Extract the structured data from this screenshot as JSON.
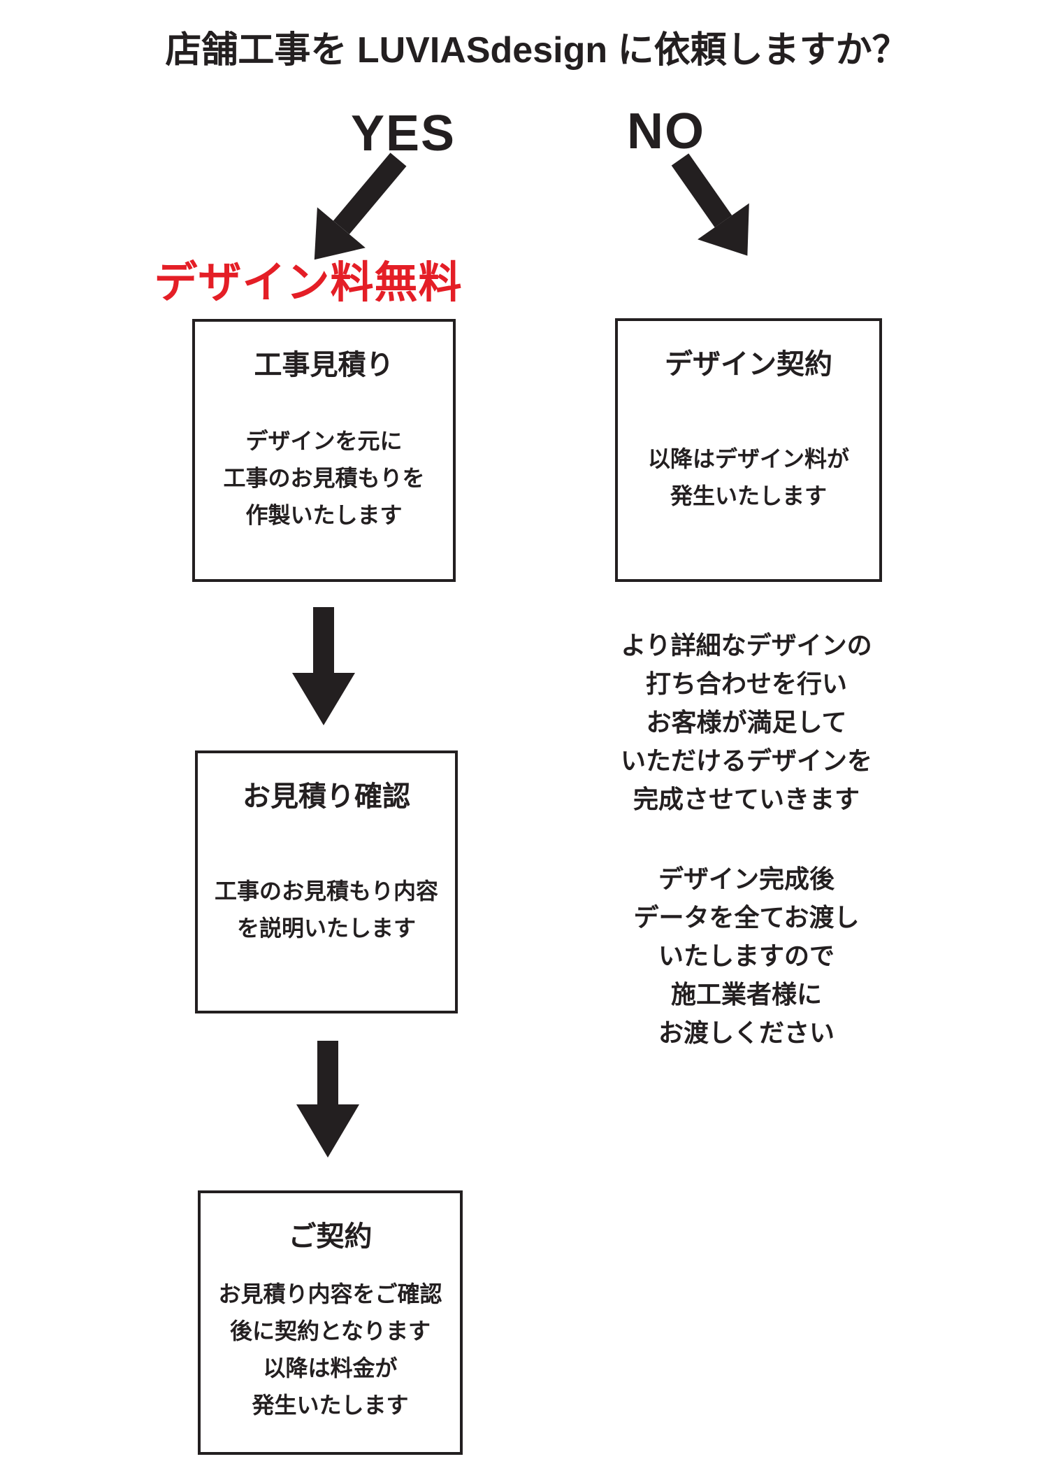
{
  "title": "店舗工事を LUVIASdesign に依頼しますか？",
  "branches": {
    "yes": {
      "label": "YES",
      "highlight": "デザイン料無料"
    },
    "no": {
      "label": "NO"
    }
  },
  "yes_flow": [
    {
      "title": "工事見積り",
      "body": [
        "デザインを元に",
        "工事のお見積もりを",
        "作製いたします"
      ]
    },
    {
      "title": "お見積り確認",
      "body": [
        "工事のお見積もり内容",
        "を説明いたします"
      ]
    },
    {
      "title": "ご契約",
      "body": [
        "お見積り内容をご確認",
        "後に契約となります",
        "以降は料金が",
        "発生いたします"
      ]
    }
  ],
  "no_flow": {
    "box": {
      "title": "デザイン契約",
      "body": [
        "以降はデザイン料が",
        "発生いたします"
      ]
    },
    "notes": [
      [
        "より詳細なデザインの",
        "打ち合わせを行い",
        "お客様が満足して",
        "いただけるデザインを",
        "完成させていきます"
      ],
      [
        "デザイン完成後",
        "データを全てお渡し",
        "いたしますので",
        "施工業者様に",
        "お渡しください"
      ]
    ]
  },
  "colors": {
    "accent_red": "#e41e26",
    "ink": "#231f20"
  }
}
